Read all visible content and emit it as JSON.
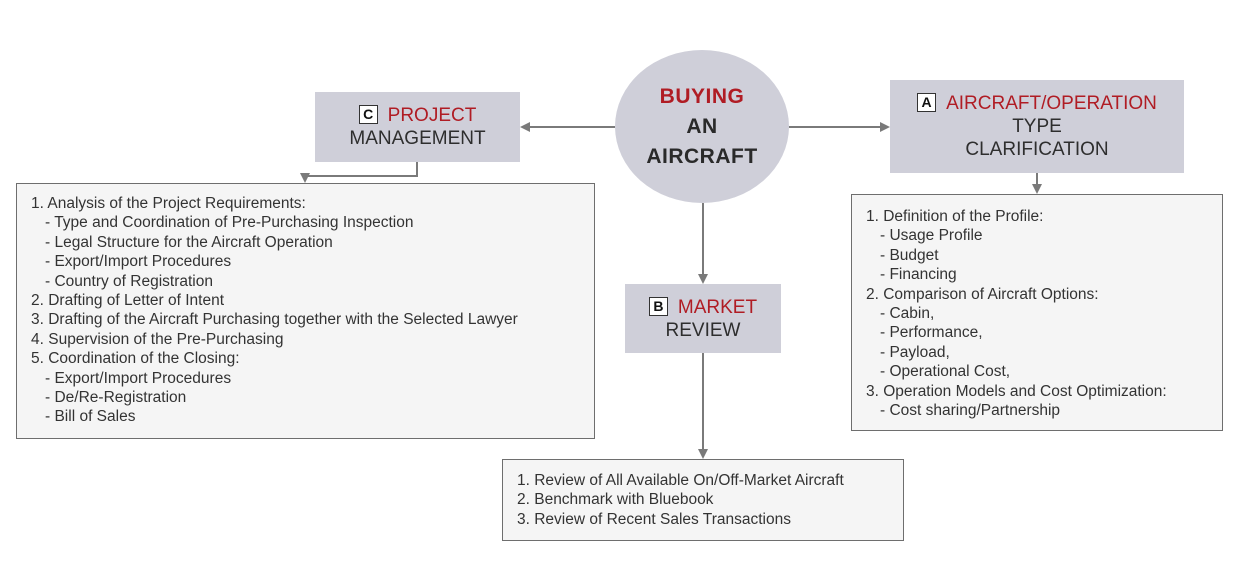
{
  "center": {
    "line1": "BUYING",
    "line2": "AN",
    "line3": "AIRCRAFT"
  },
  "sections": {
    "c": {
      "letter": "C",
      "title_accent": "PROJECT",
      "title_rest": "MANAGEMENT",
      "items": [
        {
          "text": "1. Analysis of the Project Requirements:",
          "indent": false
        },
        {
          "text": "- Type and Coordination of Pre-Purchasing Inspection",
          "indent": true
        },
        {
          "text": "- Legal Structure for the Aircraft Operation",
          "indent": true
        },
        {
          "text": "- Export/Import Procedures",
          "indent": true
        },
        {
          "text": "- Country of Registration",
          "indent": true
        },
        {
          "text": "2. Drafting of Letter of Intent",
          "indent": false
        },
        {
          "text": "3. Drafting of the Aircraft Purchasing together with the Selected Lawyer",
          "indent": false
        },
        {
          "text": "4. Supervision of the Pre-Purchasing",
          "indent": false
        },
        {
          "text": "5. Coordination of the Closing:",
          "indent": false
        },
        {
          "text": "- Export/Import Procedures",
          "indent": true
        },
        {
          "text": "- De/Re-Registration",
          "indent": true
        },
        {
          "text": "- Bill of Sales",
          "indent": true
        }
      ]
    },
    "a": {
      "letter": "A",
      "title_accent": "AIRCRAFT/OPERATION",
      "title_rest1": "TYPE",
      "title_rest2": "CLARIFICATION",
      "items": [
        {
          "text": "1. Definition of the Profile:",
          "indent": false
        },
        {
          "text": "- Usage Profile",
          "indent": true
        },
        {
          "text": "- Budget",
          "indent": true
        },
        {
          "text": "- Financing",
          "indent": true
        },
        {
          "text": "2. Comparison of Aircraft Options:",
          "indent": false
        },
        {
          "text": "- Cabin,",
          "indent": true
        },
        {
          "text": "- Performance,",
          "indent": true
        },
        {
          "text": "- Payload,",
          "indent": true
        },
        {
          "text": "- Operational Cost,",
          "indent": true
        },
        {
          "text": "3. Operation Models and Cost Optimization:",
          "indent": false
        },
        {
          "text": "- Cost sharing/Partnership",
          "indent": true
        }
      ]
    },
    "b": {
      "letter": "B",
      "title_accent": "MARKET",
      "title_rest": "REVIEW",
      "items": [
        {
          "text": "1. Review of All Available On/Off-Market Aircraft",
          "indent": false
        },
        {
          "text": "2. Benchmark with Bluebook",
          "indent": false
        },
        {
          "text": "3. Review of Recent Sales Transactions",
          "indent": false
        }
      ]
    }
  },
  "colors": {
    "accent": "#b01c24",
    "box_fill": "#cfcfd9",
    "connector": "#7a7a7a"
  }
}
